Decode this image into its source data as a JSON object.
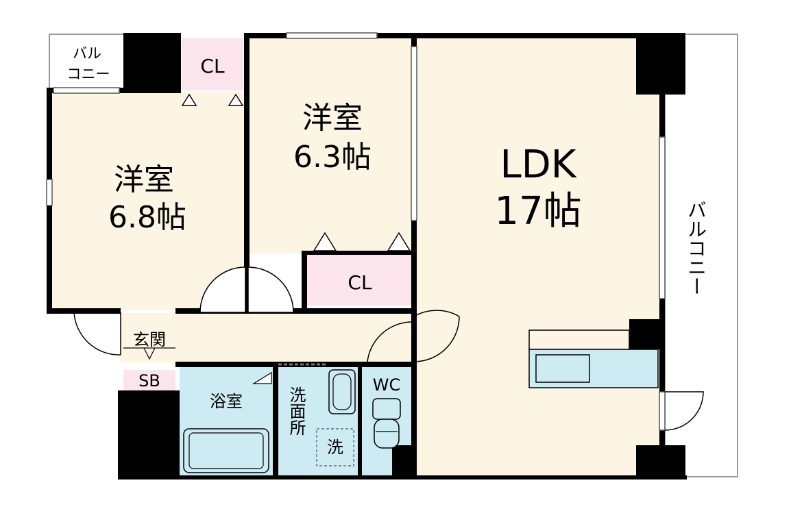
{
  "colors": {
    "wall": "#000000",
    "room_cream": "#fdf5e4",
    "closet_pink": "#fce4ec",
    "wet_blue": "#cdebf2",
    "balcony_line": "#9a9a9a"
  },
  "rooms": {
    "western1": {
      "name": "洋室",
      "size": "6.8帖"
    },
    "western2": {
      "name": "洋室",
      "size": "6.3帖"
    },
    "ldk": {
      "name": "LDK",
      "size": "17帖"
    },
    "closet1": "CL",
    "closet2": "CL",
    "balcony_small_line1": "バル",
    "balcony_small_line2": "コニー",
    "balcony_right": "バルコニー",
    "entrance": "玄関",
    "shoe_box": "SB",
    "bath": "浴室",
    "washroom": "洗面所",
    "washer": "洗",
    "toilet": "WC"
  }
}
